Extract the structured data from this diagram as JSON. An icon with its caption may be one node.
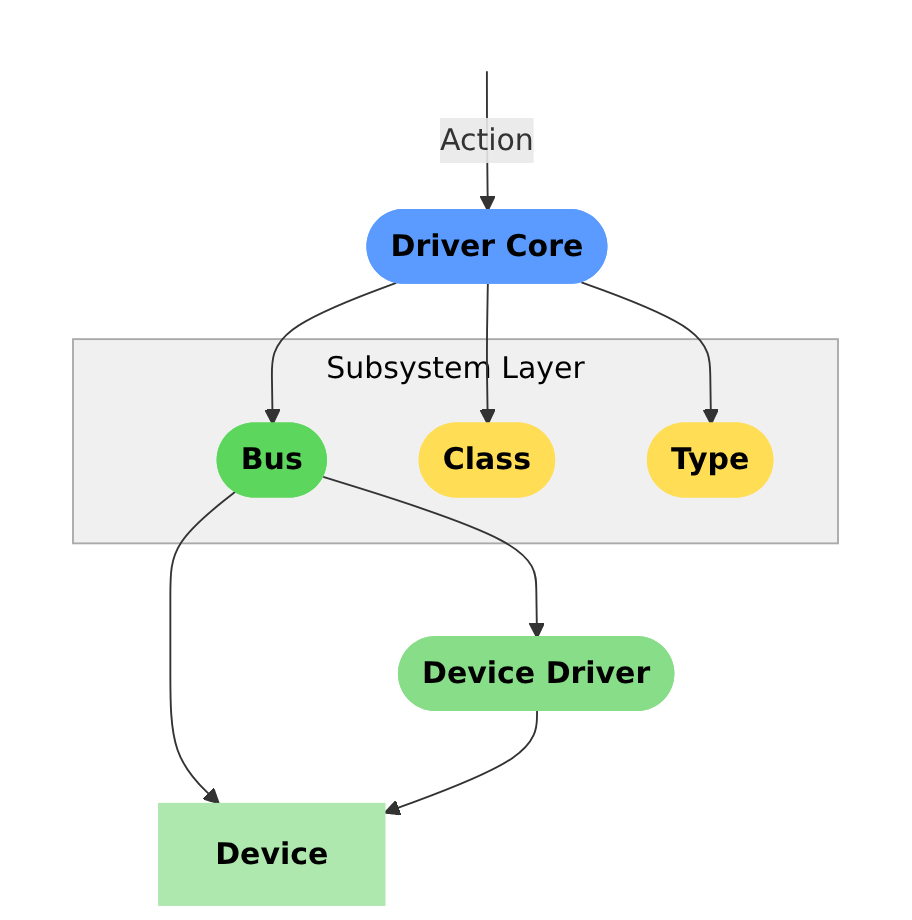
{
  "diagram": {
    "nodes": [
      {
        "text": [
          "Driver Core"
        ]
      },
      {
        "text": [
          "Subsystem Layer"
        ]
      },
      {
        "text": [
          "Bus"
        ],
        "in": 1
      },
      {
        "text": [
          "Class"
        ],
        "in": 1
      },
      {
        "text": [
          "Type"
        ],
        "in": 1
      },
      {
        "text": [
          "Device Driver"
        ]
      },
      {
        "text": [
          "Device"
        ]
      }
    ],
    "edges": [
      {
        "from": null,
        "to": 0,
        "arrow": "to",
        "label": "Action"
      },
      {
        "from": 0,
        "to": 2,
        "arrow": "to"
      },
      {
        "from": 0,
        "to": 4,
        "arrow": "to"
      },
      {
        "from": 0,
        "to": 3,
        "arrow": "to"
      },
      {
        "from": 2,
        "to": 5,
        "arrow": "to"
      },
      {
        "from": 2,
        "to": 6,
        "arrow": "to"
      },
      {
        "from": 5,
        "to": 6,
        "arrow": "to"
      }
    ]
  }
}
